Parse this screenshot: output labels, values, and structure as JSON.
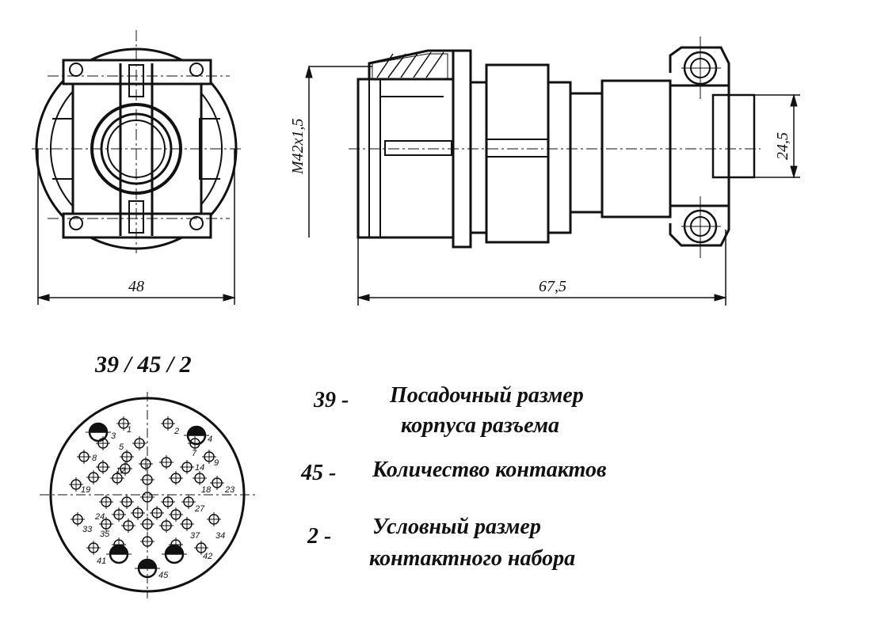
{
  "drawing": {
    "front_view_width": "48",
    "side_view_length": "67,5",
    "thread_size": "M42x1,5",
    "outlet_height": "24,5"
  },
  "code": "39 / 45 / 2",
  "legend": [
    {
      "num": "39 -",
      "text": [
        "Посадочный размер",
        "корпуса разъема"
      ]
    },
    {
      "num": "45 -",
      "text": [
        "Количество контактов"
      ]
    },
    {
      "num": "2 -",
      "text": [
        "Условный размер",
        "контактного набора"
      ]
    }
  ],
  "pin_labels": [
    "1",
    "2",
    "3",
    "4",
    "5",
    "7",
    "8",
    "9",
    "12",
    "14",
    "18",
    "19",
    "23",
    "24",
    "27",
    "33",
    "34",
    "35",
    "37",
    "41",
    "42",
    "45"
  ]
}
